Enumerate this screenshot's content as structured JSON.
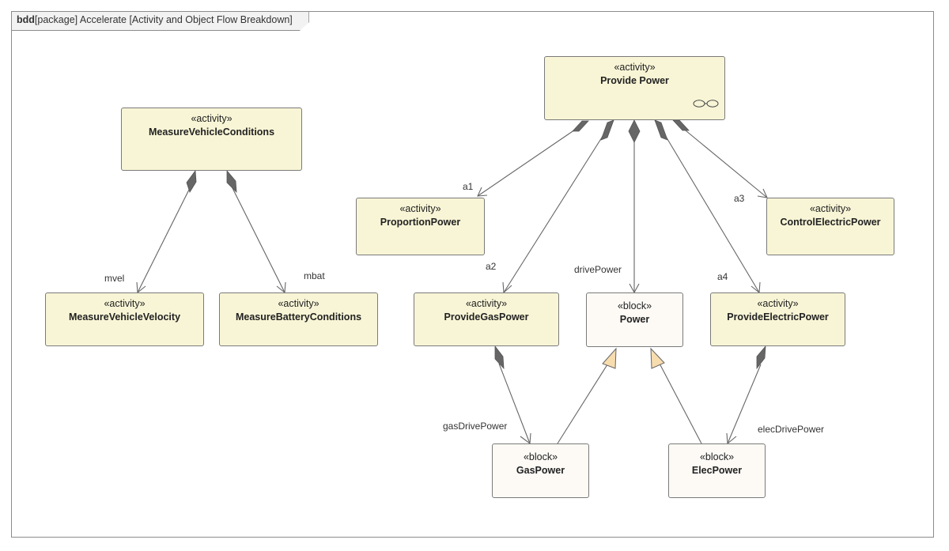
{
  "diagram": {
    "kind": "bdd",
    "header": "[package] Accelerate [Activity and Object Flow Breakdown]"
  },
  "nodes": {
    "provide_power": {
      "stereotype": "«activity»",
      "name": "Provide Power"
    },
    "measure_vehicle_conditions": {
      "stereotype": "«activity»",
      "name": "MeasureVehicleConditions"
    },
    "proportion_power": {
      "stereotype": "«activity»",
      "name": "ProportionPower"
    },
    "control_electric_power": {
      "stereotype": "«activity»",
      "name": "ControlElectricPower"
    },
    "measure_vehicle_velocity": {
      "stereotype": "«activity»",
      "name": "MeasureVehicleVelocity"
    },
    "measure_battery_conditions": {
      "stereotype": "«activity»",
      "name": "MeasureBatteryConditions"
    },
    "provide_gas_power": {
      "stereotype": "«activity»",
      "name": "ProvideGasPower"
    },
    "power": {
      "stereotype": "«block»",
      "name": "Power"
    },
    "provide_electric_power": {
      "stereotype": "«activity»",
      "name": "ProvideElectricPower"
    },
    "gas_power": {
      "stereotype": "«block»",
      "name": "GasPower"
    },
    "elec_power": {
      "stereotype": "«block»",
      "name": "ElecPower"
    }
  },
  "connector_labels": {
    "a1": "a1",
    "a2": "a2",
    "a3": "a3",
    "a4": "a4",
    "drive_power": "drivePower",
    "mvel": "mvel",
    "mbat": "mbat",
    "gas_drive_power": "gasDrivePower",
    "elec_drive_power": "elecDrivePower"
  },
  "colors": {
    "activity_fill": "#f8f5d6",
    "block_fill": "#fdfaf6",
    "line": "#666666",
    "generalization_fill": "#f7dcae"
  },
  "icons": {
    "provide_power": "rake-icon"
  }
}
